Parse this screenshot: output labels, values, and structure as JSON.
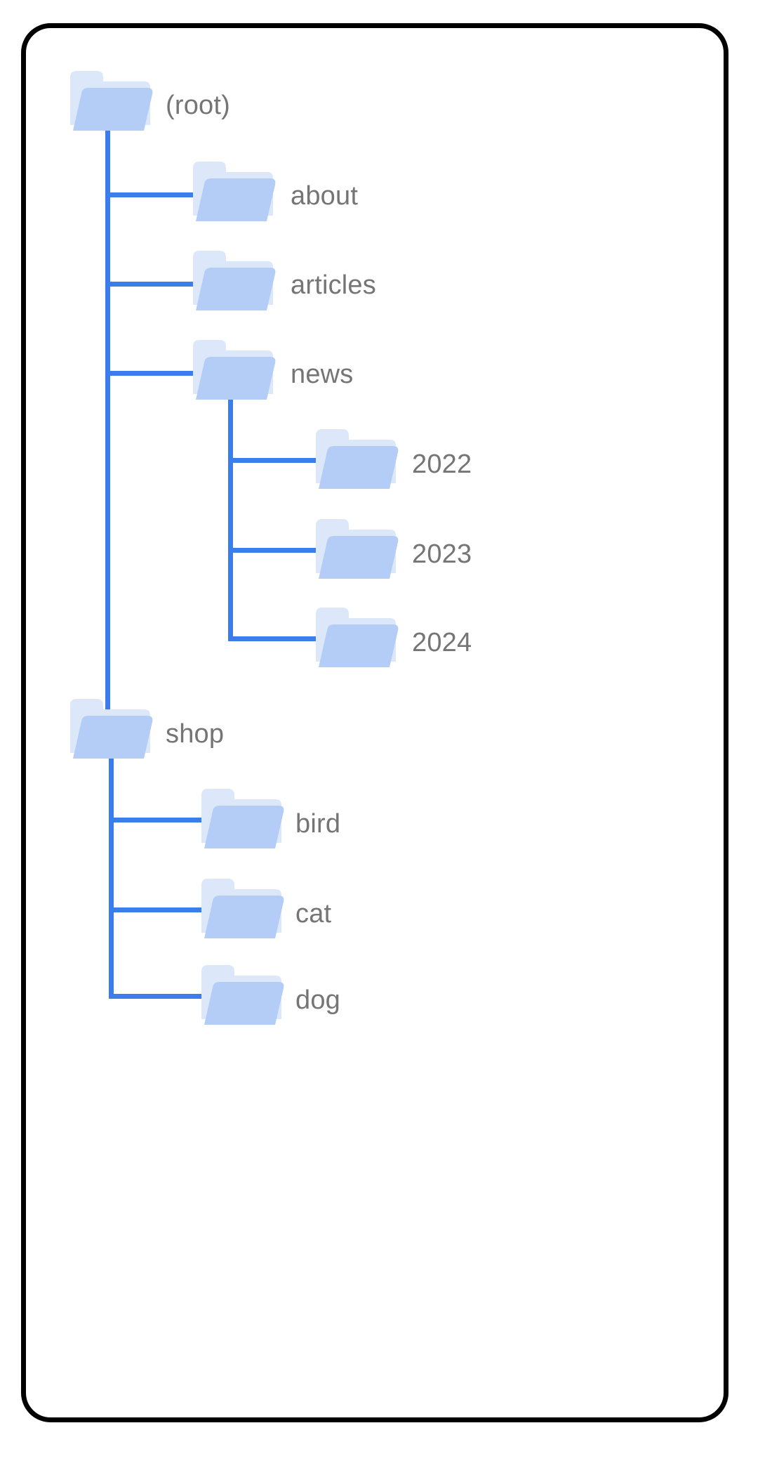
{
  "diagram": {
    "title": "folder-tree",
    "colors": {
      "frame_border": "#000000",
      "connector": "#3c7ded",
      "folder_back": "#dce8fa",
      "folder_front": "#b4cdf7",
      "label_text": "#757575",
      "background": "#ffffff"
    },
    "icon_name": "folder-icon"
  },
  "chart_data": {
    "type": "tree",
    "title": "",
    "root": {
      "label": "(root)",
      "children": [
        {
          "label": "about",
          "children": []
        },
        {
          "label": "articles",
          "children": []
        },
        {
          "label": "news",
          "children": [
            {
              "label": "2022",
              "children": []
            },
            {
              "label": "2023",
              "children": []
            },
            {
              "label": "2024",
              "children": []
            }
          ]
        },
        {
          "label": "shop",
          "children": [
            {
              "label": "bird",
              "children": []
            },
            {
              "label": "cat",
              "children": []
            },
            {
              "label": "dog",
              "children": []
            }
          ]
        }
      ]
    }
  },
  "nodes": {
    "root": {
      "label": "(root)"
    },
    "about": {
      "label": "about"
    },
    "articles": {
      "label": "articles"
    },
    "news": {
      "label": "news"
    },
    "y2022": {
      "label": "2022"
    },
    "y2023": {
      "label": "2023"
    },
    "y2024": {
      "label": "2024"
    },
    "shop": {
      "label": "shop"
    },
    "bird": {
      "label": "bird"
    },
    "cat": {
      "label": "cat"
    },
    "dog": {
      "label": "dog"
    }
  }
}
